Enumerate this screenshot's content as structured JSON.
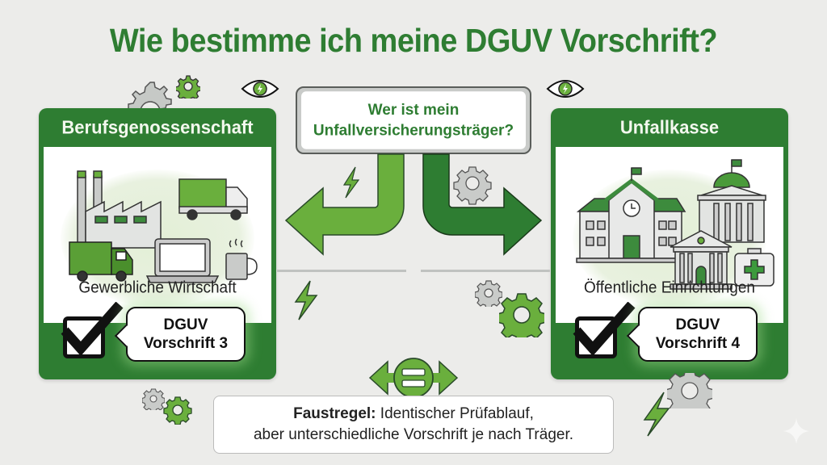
{
  "title": "Wie bestimme ich meine DGUV Vorschrift?",
  "question": {
    "line1": "Wer ist mein",
    "line2": "Unfallversicherungsträger?"
  },
  "cards": [
    {
      "header": "Berufsgenossenschaft",
      "subtitle": "Gewerbliche Wirtschaft",
      "badge_line1": "DGUV",
      "badge_line2": "Vorschrift 3",
      "icons": [
        "factory-icon",
        "truck-icon",
        "delivery-van-icon",
        "laptop-icon",
        "coffee-mug-icon"
      ]
    },
    {
      "header": "Unfallkasse",
      "subtitle": "Öffentliche Einrichtungen",
      "badge_line1": "DGUV",
      "badge_line2": "Vorschrift 4",
      "icons": [
        "school-building-icon",
        "government-building-icon",
        "courthouse-icon",
        "first-aid-kit-icon"
      ]
    }
  ],
  "rule": {
    "label": "Faustregel:",
    "line1_rest": " Identischer Prüfablauf,",
    "line2": "aber unterschiedliche Vorschrift je nach Träger."
  },
  "colors": {
    "background": "#ececea",
    "dark_green": "#2e7d32",
    "light_green": "#6aaf3d",
    "gray": "#c4c6c4",
    "text": "#222222"
  }
}
